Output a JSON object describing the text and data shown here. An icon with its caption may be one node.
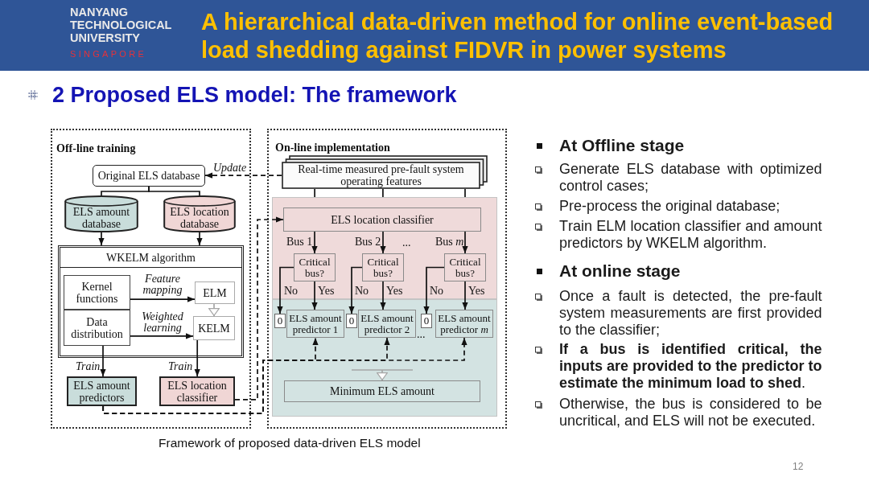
{
  "diagram": {
    "title": "A hierarchical data-driven method for online event-based load shedding against FIDVR in power systems",
    "caption": "Framework of proposed data-driven ELS model",
    "nodes": [
      {
        "text": [
          "Off-line training"
        ]
      },
      {
        "text": [
          "Original ELS database"
        ],
        "in": 0
      },
      {
        "text": [
          "ELS amount database"
        ],
        "in": 0
      },
      {
        "text": [
          "ELS location database"
        ],
        "in": 0
      },
      {
        "text": [
          "WKELM algorithm"
        ],
        "in": 0
      },
      {
        "text": [
          "Kernel functions"
        ],
        "in": 4
      },
      {
        "text": [
          "ELM"
        ],
        "in": 4
      },
      {
        "text": [
          "Data distribution"
        ],
        "in": 4
      },
      {
        "text": [
          "KELM"
        ],
        "in": 4
      },
      {
        "text": [
          "ELS amount predictors"
        ],
        "in": 0
      },
      {
        "text": [
          "ELS location classifier"
        ],
        "in": 0
      },
      {
        "text": [
          "On-line implementation"
        ]
      },
      {
        "text": [
          "Real-time measured pre-fault system operating features"
        ],
        "in": 11
      },
      {
        "text": [],
        "shape": "box",
        "in": 11
      },
      {
        "text": [
          "ELS location classifier"
        ],
        "in": 13
      },
      {
        "text": [
          "Critical bus?"
        ],
        "in": 13
      },
      {
        "text": [
          "Critical bus?"
        ],
        "in": 13
      },
      {
        "text": [
          "Critical bus?"
        ],
        "in": 13
      },
      {
        "text": [],
        "shape": "box",
        "in": 11
      },
      {
        "text": [
          "0"
        ],
        "in": 18
      },
      {
        "text": [
          "ELS amount predictor 1"
        ],
        "in": 18
      },
      {
        "text": [
          "0"
        ],
        "in": 18
      },
      {
        "text": [
          "ELS amount predictor 2"
        ],
        "in": 18
      },
      {
        "text": [
          "0"
        ],
        "in": 18
      },
      {
        "text": [
          "ELS amount predictor *m*"
        ],
        "in": 18
      },
      {
        "text": [
          "Minimum ELS amount"
        ],
        "in": 18
      }
    ],
    "edges": [
      {
        "from": 1,
        "to": 2,
        "arrow": "none"
      },
      {
        "from": 1,
        "to": 3,
        "arrow": "none"
      },
      {
        "from": 2,
        "to": 4,
        "arrow": "to"
      },
      {
        "from": 3,
        "to": 4,
        "arrow": "to"
      },
      {
        "from": 5,
        "to": 6,
        "arrow": "to",
        "label": "Feature mapping"
      },
      {
        "from": 6,
        "to": 8,
        "arrow": "to",
        "color": "#a6a6a6"
      },
      {
        "from": 7,
        "to": 8,
        "arrow": "to",
        "label": "Weighted learning"
      },
      {
        "from": 7,
        "to": 9,
        "arrow": "to",
        "label": "Train"
      },
      {
        "from": 8,
        "to": 10,
        "arrow": "to",
        "label": "Train"
      },
      {
        "from": 9,
        "to": 20,
        "arrow": "to",
        "style": "dashed"
      },
      {
        "from": 9,
        "to": 22,
        "arrow": "to",
        "style": "dashed"
      },
      {
        "from": 9,
        "to": 24,
        "arrow": "to",
        "style": "dashed"
      },
      {
        "from": 10,
        "to": 14,
        "arrow": "to",
        "style": "dashed"
      },
      {
        "from": 12,
        "to": 1,
        "arrow": "to",
        "style": "dashed",
        "label": "Update"
      },
      {
        "from": 12,
        "to": 13,
        "arrow": "none"
      },
      {
        "from": 12,
        "to": 13,
        "arrow": "none"
      },
      {
        "from": 12,
        "to": 13,
        "arrow": "none"
      },
      {
        "from": 14,
        "to": 15,
        "arrow": "to",
        "label": "Bus 1"
      },
      {
        "from": 14,
        "to": 16,
        "arrow": "to",
        "label": "Bus 2"
      },
      {
        "from": 14,
        "to": 17,
        "arrow": "to",
        "label": "Bus *m*"
      },
      {
        "from": 15,
        "to": 19,
        "arrow": "to",
        "label": "No"
      },
      {
        "from": 15,
        "to": 20,
        "arrow": "to",
        "label": "Yes"
      },
      {
        "from": 16,
        "to": 21,
        "arrow": "to",
        "label": "No"
      },
      {
        "from": 16,
        "to": 22,
        "arrow": "to",
        "label": "Yes"
      },
      {
        "from": 17,
        "to": 23,
        "arrow": "to",
        "label": "No"
      },
      {
        "from": 17,
        "to": 24,
        "arrow": "to",
        "label": "Yes"
      },
      {
        "from": null,
        "to": 25,
        "arrow": "to",
        "color": "#a6a6a6"
      }
    ],
    "labels": [
      "NANYANG TECHNOLOGICAL UNIVERSITY",
      "SINGAPORE",
      "2 Proposed ELS model: The framework",
      "...",
      "...",
      "At Offline stage",
      "Generate ELS database with optimized control cases;",
      "Pre-process the original database;",
      "Train ELM location classifier and amount predictors by WKELM algorithm.",
      "At online stage",
      "Once a fault is detected, the pre-fault system measurements are first provided to the classifier;",
      "**If a bus is identified critical, the inputs are provided to the predictor to estimate the minimum load to shed**.",
      "Otherwise, the bus is considered to be uncritical, and ELS will not be executed.",
      "12"
    ]
  }
}
